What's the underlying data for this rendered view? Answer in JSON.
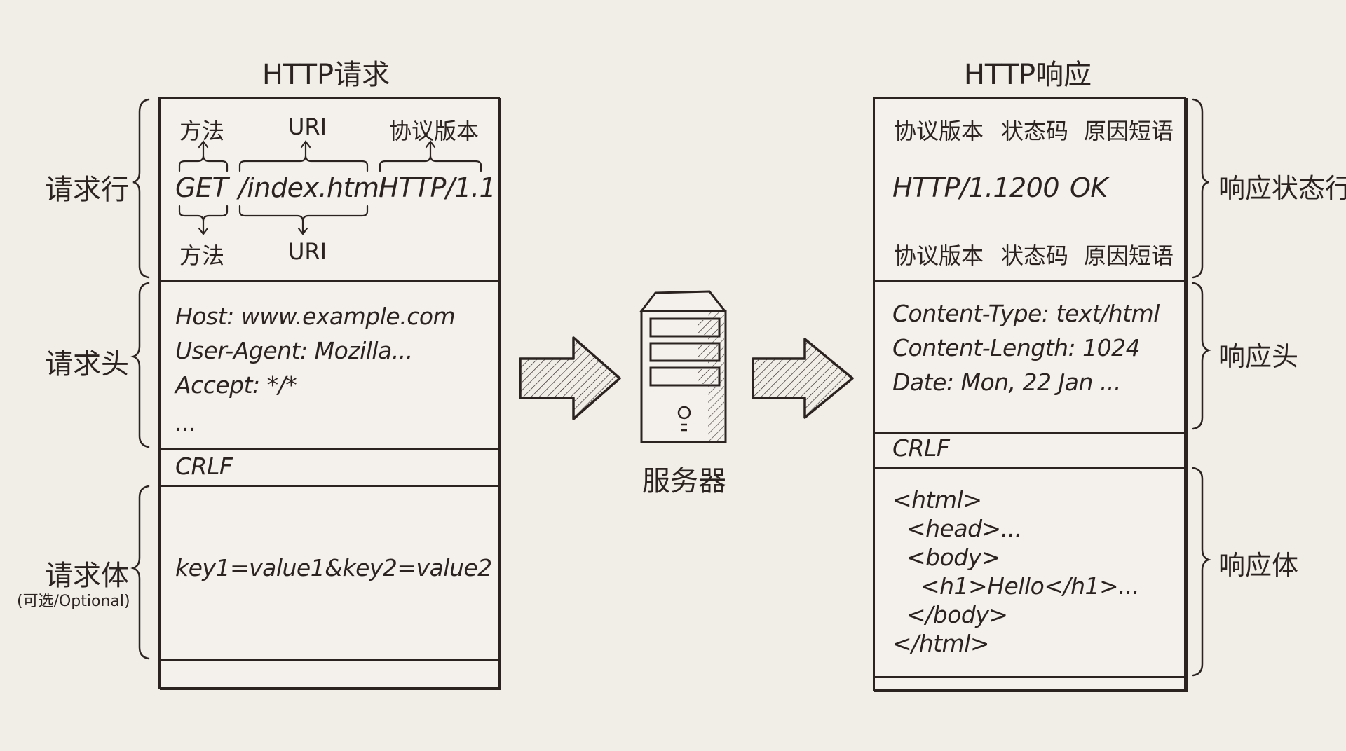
{
  "request": {
    "title": "HTTP请求",
    "request_line": {
      "section_label": "请求行",
      "top_labels": [
        "方法",
        "URI",
        "协议版本"
      ],
      "tokens": [
        "GET",
        "/index.html",
        "HTTP/1.1"
      ],
      "bottom_labels": [
        "方法",
        "URI"
      ]
    },
    "headers": {
      "section_label": "请求头",
      "lines": [
        "Host: www.example.com",
        "User-Agent: Mozilla...",
        "Accept: */*",
        "..."
      ]
    },
    "crlf": "CRLF",
    "body": {
      "section_label": "请求体",
      "section_note": "(可选/Optional)",
      "content": "key1=value1&key2=value2"
    }
  },
  "server": {
    "label": "服务器",
    "icon": "server-tower-icon"
  },
  "arrows": [
    "request-to-server-arrow",
    "server-to-response-arrow"
  ],
  "response": {
    "title": "HTTP响应",
    "status_line": {
      "section_label": "响应状态行",
      "top_labels": [
        "协议版本",
        "状态码",
        "原因短语"
      ],
      "tokens": [
        "HTTP/1.1",
        "200",
        "OK"
      ],
      "bottom_labels": [
        "协议版本",
        "状态码",
        "原因短语"
      ]
    },
    "headers": {
      "section_label": "响应头",
      "lines": [
        "Content-Type: text/html",
        "Content-Length: 1024",
        "Date: Mon, 22 Jan ..."
      ]
    },
    "crlf": "CRLF",
    "body": {
      "section_label": "响应体",
      "lines": [
        "<html>",
        "  <head>...",
        "  <body>",
        "    <h1>Hello</h1>...",
        "  </body>",
        "</html>"
      ]
    }
  },
  "colors": {
    "ink": "#2b2320",
    "paper": "#f1eee8",
    "box_fill": "#f4f1ec"
  }
}
